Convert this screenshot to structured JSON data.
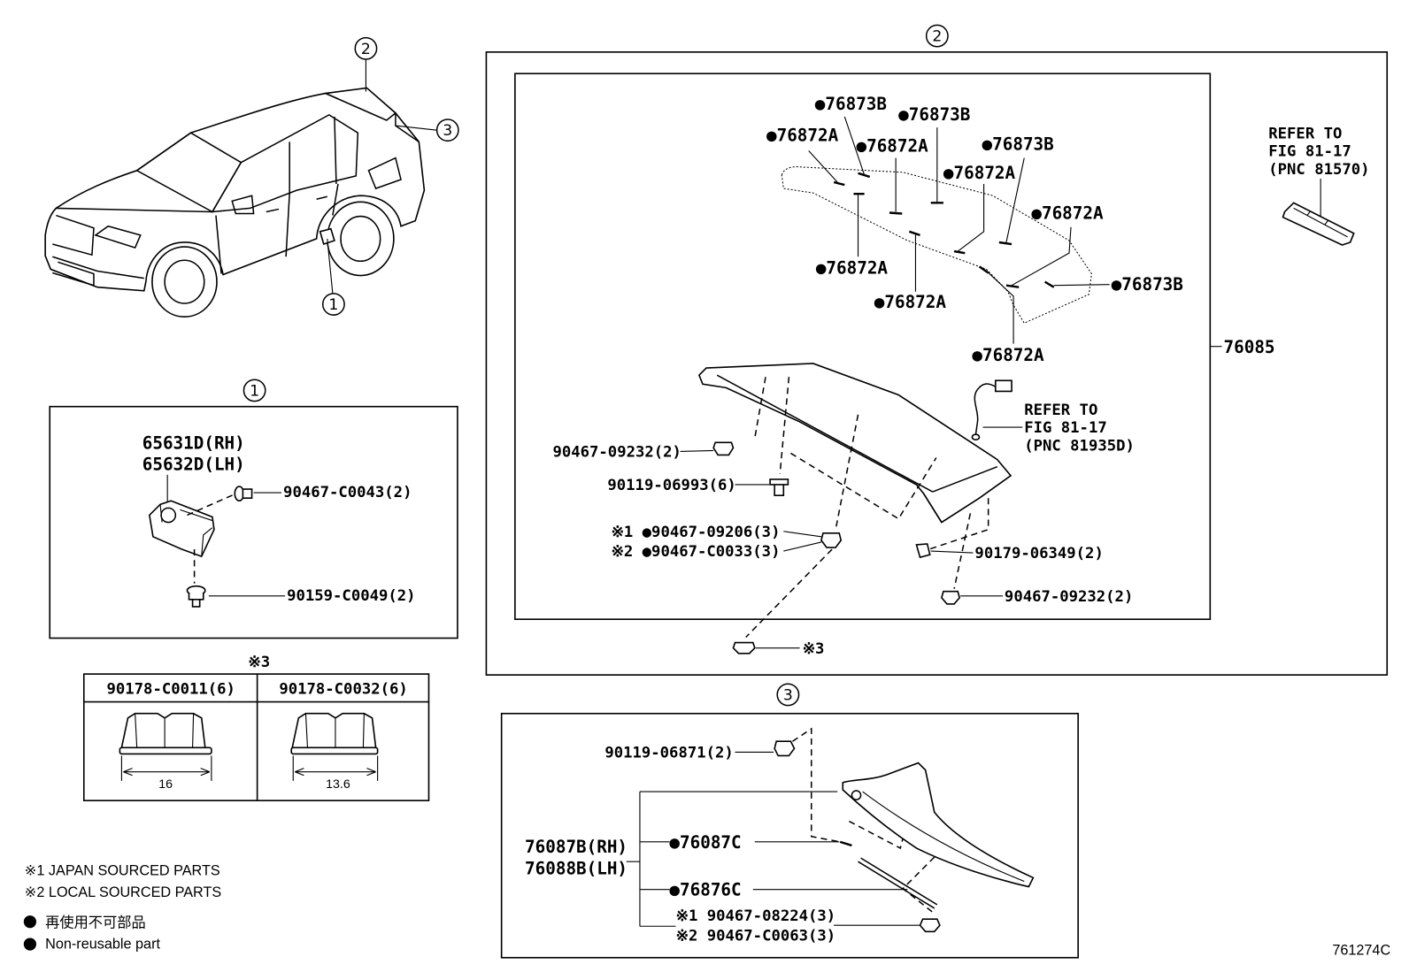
{
  "overview": {
    "callout_2": "2",
    "callout_3": "3",
    "callout_1": "1"
  },
  "section_1": {
    "title": "1",
    "bracket_rh": "65631D(RH)",
    "bracket_lh": "65632D(LH)",
    "clip": "90467-C0043(2)",
    "screw": "90159-C0049(2)"
  },
  "note_3": {
    "title": "※3",
    "columns": [
      {
        "part": "90178-C0011(6)",
        "dimension": "16"
      },
      {
        "part": "90178-C0032(6)",
        "dimension": "13.6"
      }
    ]
  },
  "legend": {
    "note_1": "※1 JAPAN SOURCED PARTS",
    "note_2": "※2 LOCAL SOURCED PARTS",
    "non_reusable_jp": "再使用不可部品",
    "non_reusable_en": "Non-reusable part"
  },
  "section_2": {
    "title": "2",
    "assembly": "76085",
    "tape_labels": [
      "●76873B",
      "●76873B",
      "●76872A",
      "●76872A",
      "●76873B",
      "●76872A",
      "●76872A",
      "●76872A",
      "●76873B",
      "●76872A",
      "●76872A"
    ],
    "refer_upper": [
      "REFER TO",
      "FIG 81-17",
      "(PNC 81570)"
    ],
    "refer_harness": [
      "REFER TO",
      "FIG 81-17",
      "(PNC 81935D)"
    ],
    "clip_upper": "90467-09232(2)",
    "screw": "90119-06993(6)",
    "clip_japan": "※1 ●90467-09206(3)",
    "clip_local": "※2 ●90467-C0033(3)",
    "nut": "90179-06349(2)",
    "clip_lower": "90467-09232(2)",
    "nut_note": "※3"
  },
  "section_3": {
    "title": "3",
    "clip": "90119-06871(2)",
    "cover_rh": "76087B(RH)",
    "cover_lh": "76088B(LH)",
    "tape_upper": "●76087C",
    "tape_lower": "●76876C",
    "clip_japan": "※1 90467-08224(3)",
    "clip_local": "※2 90467-C0063(3)"
  },
  "diagram_code": "761274C",
  "colors": {
    "ink": "#000000",
    "paper": "#ffffff"
  }
}
